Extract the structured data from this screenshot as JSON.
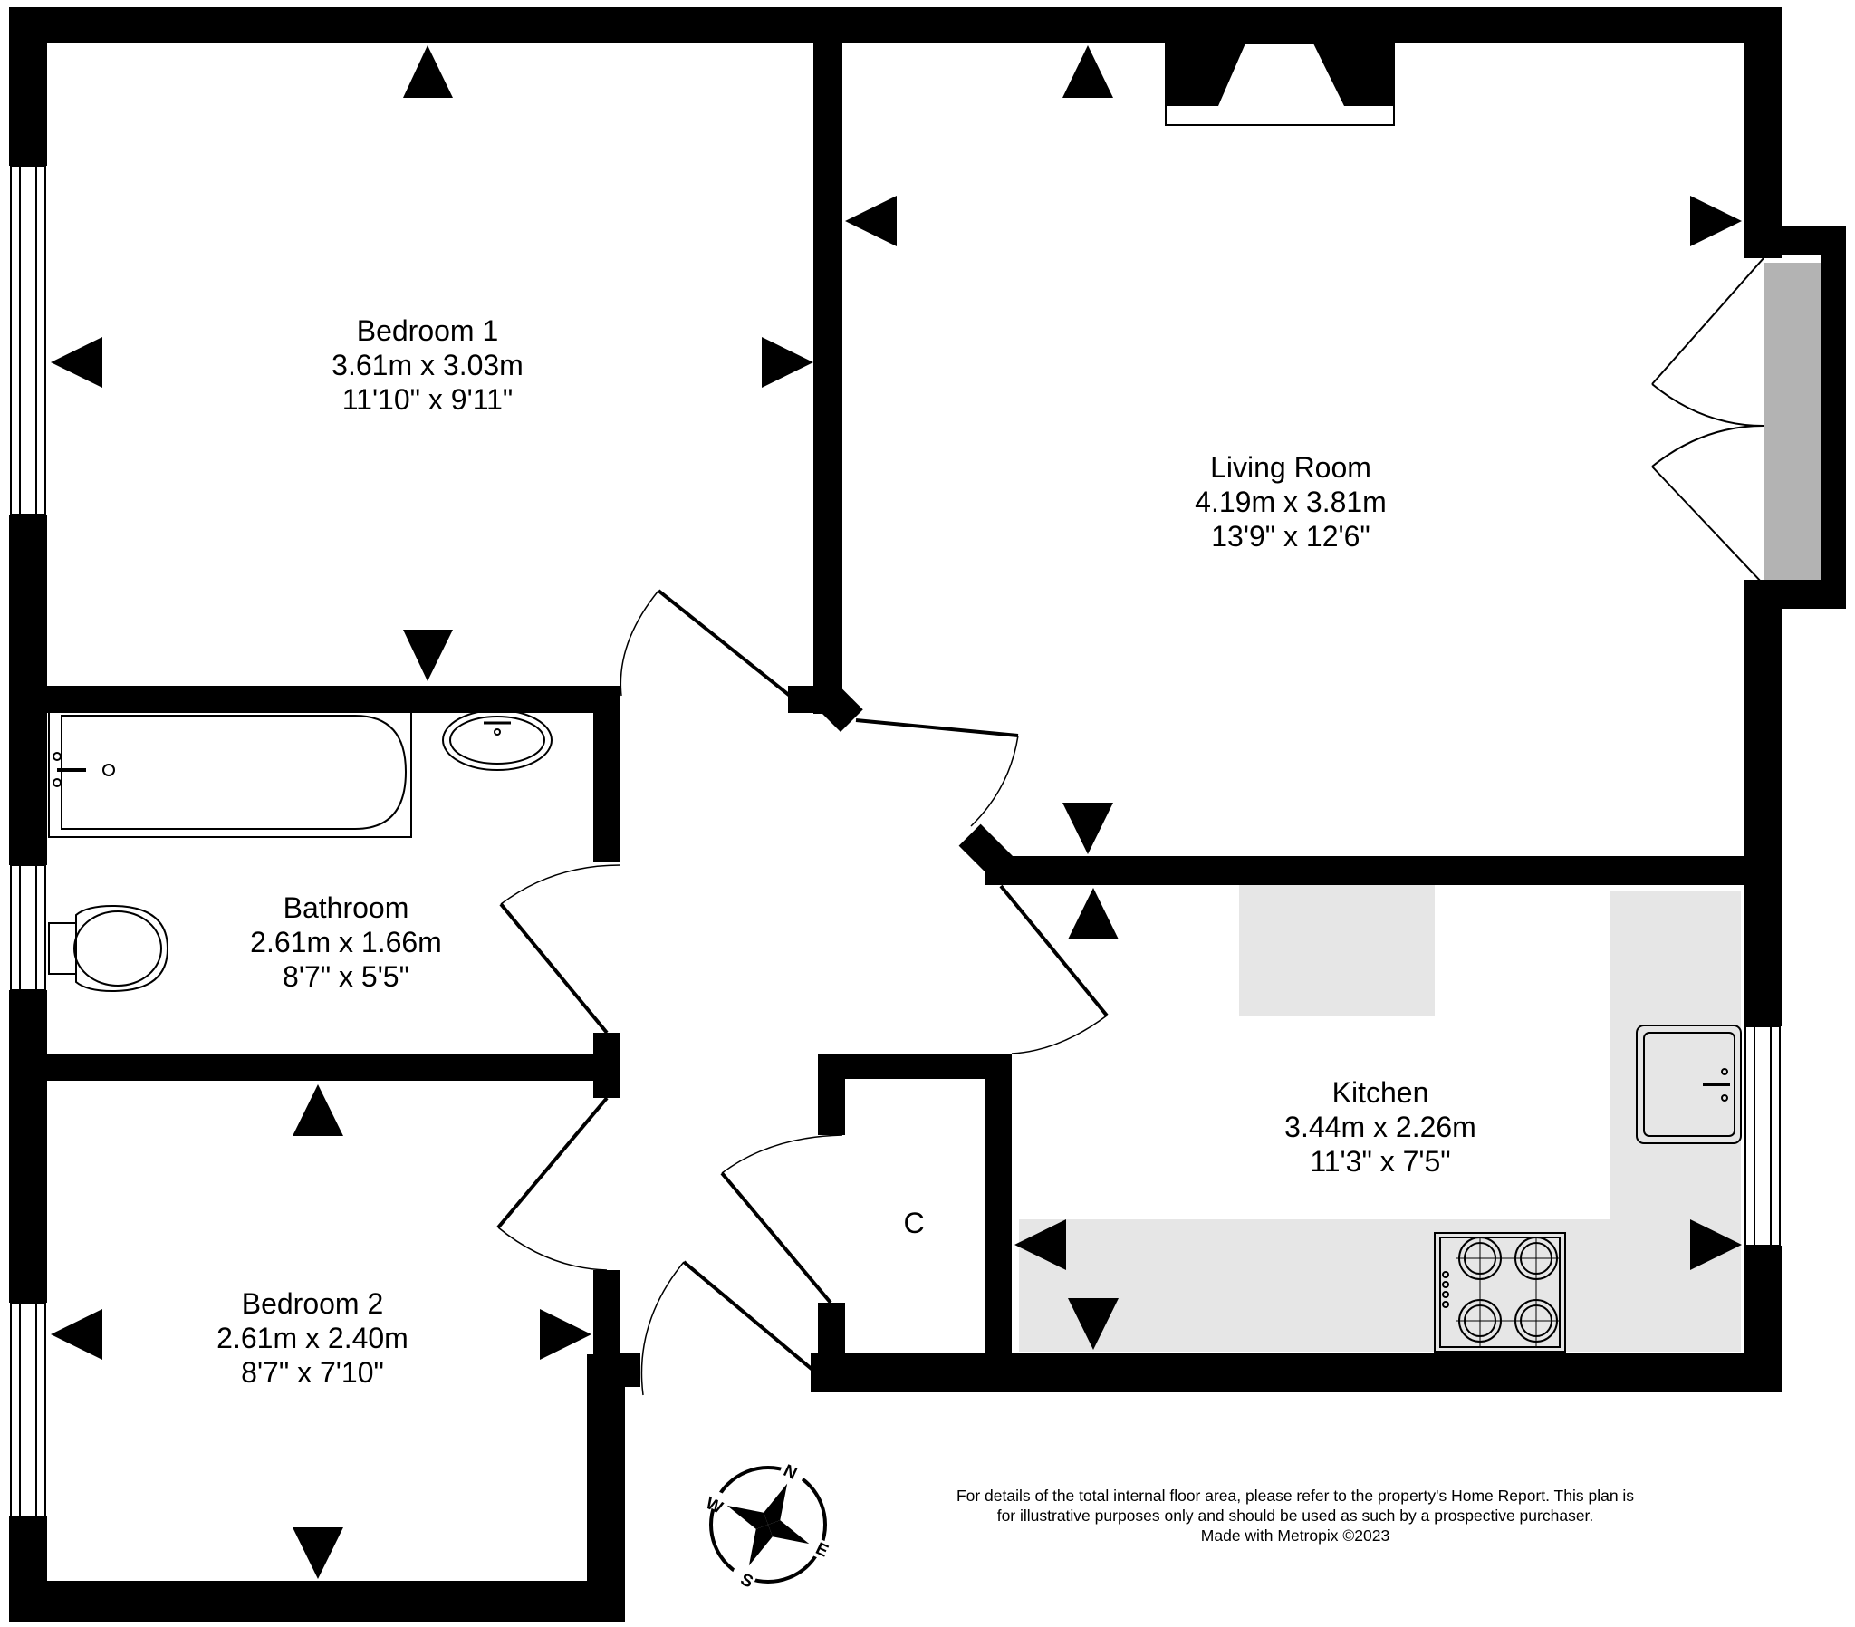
{
  "rooms": {
    "bedroom1": {
      "name": "Bedroom 1",
      "metric": "3.61m  x 3.03m",
      "imperial": "11'10\"  x 9'11\""
    },
    "living_room": {
      "name": "Living Room",
      "metric": "4.19m  x 3.81m",
      "imperial": "13'9\"  x 12'6\""
    },
    "bathroom": {
      "name": "Bathroom",
      "metric": "2.61m  x 1.66m",
      "imperial": "8'7\"  x 5'5\""
    },
    "kitchen": {
      "name": "Kitchen",
      "metric": "3.44m  x 2.26m",
      "imperial": "11'3\"  x 7'5\""
    },
    "bedroom2": {
      "name": "Bedroom 2",
      "metric": "2.61m  x 2.40m",
      "imperial": "8'7\"  x 7'10\""
    },
    "cupboard": {
      "name": "C"
    }
  },
  "compass": {
    "n": "N",
    "e": "E",
    "s": "S",
    "w": "W"
  },
  "notice": {
    "line1": "For details of the total internal floor area, please refer to the property's Home Report. This plan is",
    "line2": "for illustrative purposes only and should be used as such by a prospective purchaser.",
    "line3": "Made with Metropix ©2023"
  },
  "colors": {
    "wall": "#000000",
    "fixture_fill": "#e6e6e6",
    "bay_fill": "#b3b3b3"
  },
  "icons": [
    "bath-icon",
    "basin-icon",
    "toilet-icon",
    "sink-icon",
    "hob-icon",
    "compass-icon",
    "dimension-arrow-icon"
  ]
}
